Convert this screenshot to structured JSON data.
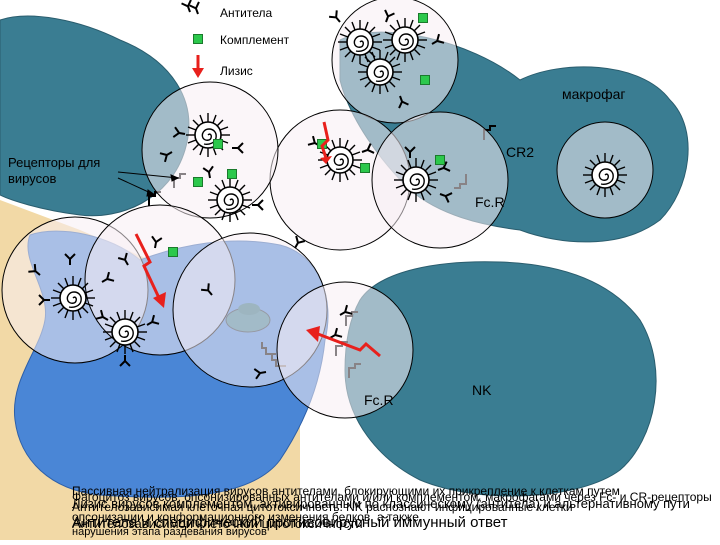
{
  "legend": {
    "antibodies": "Антитела",
    "complement": "Комплемент",
    "lysis": "Лизис"
  },
  "labels": {
    "macrophage": "макрофаг",
    "cr2": "CR2",
    "fcr_top": "Fc.R",
    "virus_receptors": "Рецепторы для вирусов",
    "fcr_bottom": "Fc.R",
    "nk": "NK"
  },
  "caption_lines": [
    "Пассивная нейтрализация вирусов антителами, блокирующими их прикрепление к клеткам путем",
    "Фагоцитоз вирусов, опсонизированных антителами и/или комплементом, макрофагами через Fc- и CR-рецепторы",
    "Лизис вирусов комплементом, активированным по классическому (антитела) и альтернативному пути",
    "Антителозависимая клеточная цитотоксичность: NK распознают инфицированные клетки",
    "опсонизации и конформационного изменения белков, а также",
    "Антитела и специфический противовирусный иммунный ответ",
    "Антителозависимой клеточной цитотоксичности",
    "нарушения этапа раздевания вирусов"
  ],
  "colors": {
    "cell_teal": "#3a7d92",
    "cell_blue": "#4a86d6",
    "cell_pink": "#f8eef4",
    "tan_background": "#f2d9a6",
    "complement_green": "#2cc84c",
    "lysis_red": "#e8201c"
  }
}
